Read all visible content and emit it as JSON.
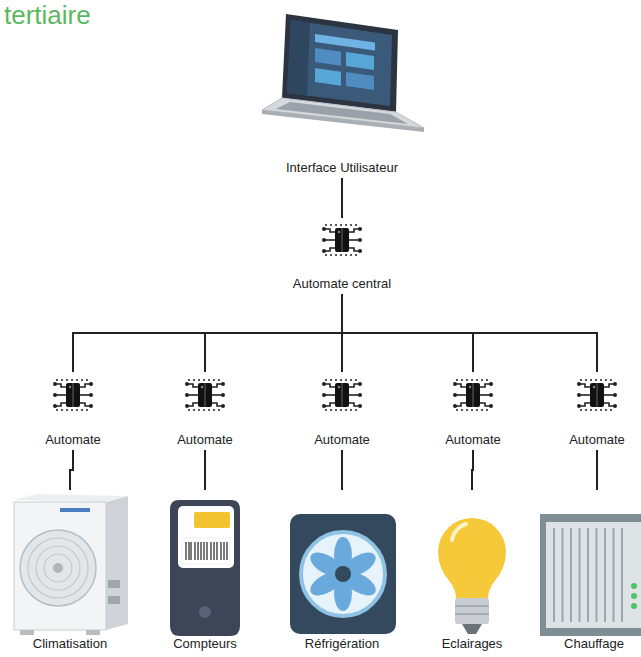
{
  "diagram": {
    "title": "tertiaire",
    "nodes": [
      {
        "text": [
          "Interface Utilisateur"
        ]
      },
      {
        "text": [
          "Automate central"
        ]
      },
      {
        "text": [
          "Automate"
        ]
      },
      {
        "text": [
          "Automate"
        ]
      },
      {
        "text": [
          "Automate"
        ]
      },
      {
        "text": [
          "Automate"
        ]
      },
      {
        "text": [
          "Automate"
        ]
      },
      {
        "text": [
          "Climatisation"
        ]
      },
      {
        "text": [
          "Compteurs"
        ]
      },
      {
        "text": [
          "Réfrigération"
        ]
      },
      {
        "text": [
          "Eclairages"
        ]
      },
      {
        "text": [
          "Chauffage"
        ]
      }
    ],
    "edges": [
      {
        "from": 0,
        "to": 1,
        "arrow": "none"
      },
      {
        "from": 1,
        "to": 2,
        "arrow": "none"
      },
      {
        "from": 1,
        "to": 3,
        "arrow": "none"
      },
      {
        "from": 1,
        "to": 4,
        "arrow": "none"
      },
      {
        "from": 1,
        "to": 5,
        "arrow": "none"
      },
      {
        "from": 1,
        "to": 6,
        "arrow": "none"
      },
      {
        "from": 2,
        "to": 7,
        "arrow": "none"
      },
      {
        "from": 3,
        "to": 8,
        "arrow": "none"
      },
      {
        "from": 4,
        "to": 9,
        "arrow": "none"
      },
      {
        "from": 5,
        "to": 10,
        "arrow": "none"
      },
      {
        "from": 6,
        "to": 11,
        "arrow": "none"
      }
    ]
  }
}
